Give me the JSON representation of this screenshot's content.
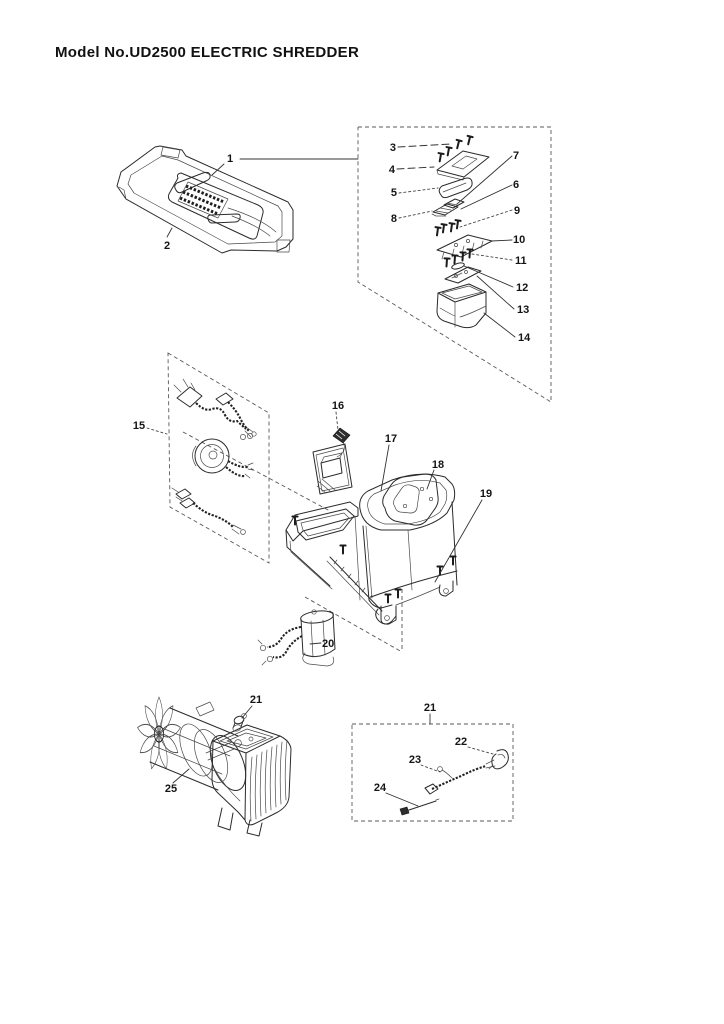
{
  "page": {
    "title": "Model No.UD2500 ELECTRIC SHREDDER",
    "diagram_type": "exploded parts diagram"
  },
  "labels": {
    "p1": "1",
    "p2": "2",
    "p3": "3",
    "p4": "4",
    "p5": "5",
    "p6": "6",
    "p7": "7",
    "p8": "8",
    "p9": "9",
    "p10": "10",
    "p11": "11",
    "p12": "12",
    "p13": "13",
    "p14": "14",
    "p15": "15",
    "p16": "16",
    "p17": "17",
    "p18": "18",
    "p19": "19",
    "p20": "20",
    "p21_motor": "21",
    "p21_box": "21",
    "p22": "22",
    "p23": "23",
    "p24": "24",
    "p25": "25"
  }
}
